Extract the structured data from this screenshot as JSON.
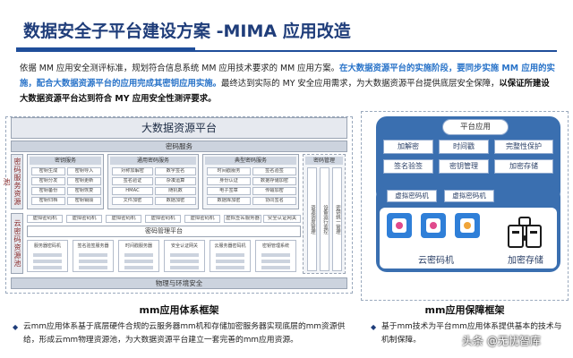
{
  "title": "数据安全子平台建设方案 -MIMA 应用改造",
  "intro": {
    "p1": "依据 MM 应用安全测评标准，规划符合信息系统 MM 应用技术要求的 MM 应用方案。",
    "p2_highlight": "在大数据资源平台的实施阶段，要同步实施 MM 应用的实施，配合大数据资源平台的应用完成其密钥应用实施。",
    "p3": "最终达到实际的 MY 安全应用需求，为大数据资源平台提供底层安全保障，",
    "p4_bold": "以保证所建设大数据资源平台达到符合 MY 应用安全性测评要求。"
  },
  "left": {
    "platform": "大数据资源平台",
    "crypto_service": "密码服务",
    "side1": "密码服务资源池",
    "side2": "云密码资源池",
    "group1": {
      "title": "密钥服务",
      "cells": [
        "密钥生成",
        "密钥导入",
        "密钥分发",
        "密钥更新",
        "密钥备份",
        "密钥恢复",
        "密钥归档",
        "密钥销毁"
      ]
    },
    "group2": {
      "title": "通用密码服务",
      "cells": [
        "对称加解密",
        "数字签名",
        "签名验证",
        "杂凑运算",
        "HMAC",
        "随机数",
        "文件加密",
        "数据加密"
      ]
    },
    "group3": {
      "title": "典型密码服务",
      "cells": [
        "时间戳服务",
        "签名验签",
        "身份认证",
        "数据存储加密",
        "电子签章",
        "传输加密",
        "数据库加密",
        "协同签名"
      ]
    },
    "mgmt_title": "密码管理",
    "mgmt_cols": [
      "资源调度管理",
      "设备运行监控",
      "密钥统一管理"
    ],
    "devices": [
      "虚拟密码机",
      "虚拟密码机",
      "虚拟密码机",
      "虚拟密码机",
      "虚拟密码机",
      "虚拟签名服务器",
      "安全认证网关"
    ],
    "pool_manager": "密码管理平台",
    "phys": [
      "服务器密码机",
      "签名验签服务器",
      "时间戳服务器",
      "安全认证网关",
      "云服务器密码机",
      "密钥管理系统"
    ],
    "bottom": "物理与环境安全",
    "caption": "mm应用体系框架"
  },
  "right": {
    "platform_label": "平台应用",
    "services": [
      "加解密",
      "时间戳",
      "完整性保护",
      "签名验签",
      "密钥管理",
      "加密存储"
    ],
    "virtual": [
      "虚拟密码机",
      "虚拟密码机"
    ],
    "cloud_label": "云密码机",
    "storage_label": "加密存储",
    "caption": "mm应用保障框架"
  },
  "notes": {
    "left": "云mm应用体系基于底层硬件合规的云服务器mm机和存储加密服务器实现底层的mm资源供给，形成云mm物理资源池，为大数据资源平台建立一套完善的mm应用资源。",
    "right": "基于mm技术为平台mm应用体系提供基本的技术与机制保障。"
  },
  "watermark": "头条 @无忧智库",
  "colors": {
    "brand": "#1f3d7a",
    "highlight": "#2a74c9",
    "panel_blue": "#3a6fb0"
  },
  "icons": {
    "bullet": "diamond-bullet-icon",
    "server": "cloud-server-icon",
    "storage": "encrypted-storage-icon"
  }
}
